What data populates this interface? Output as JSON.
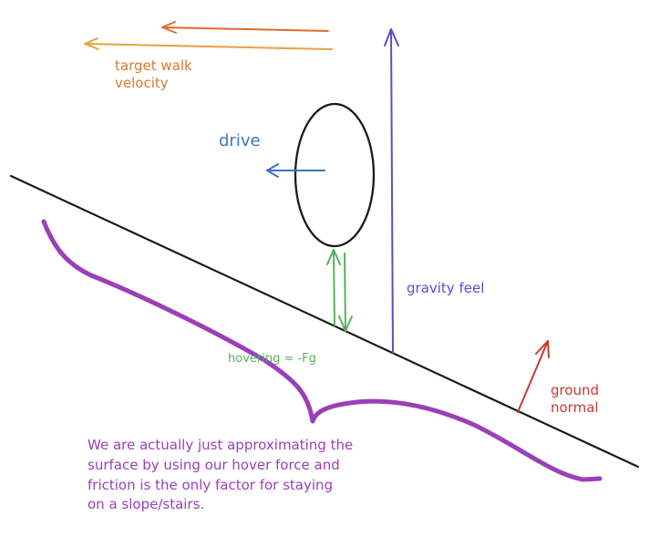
{
  "labels": {
    "target_walk_line1": "target walk",
    "target_walk_line2": "velocity",
    "drive": "drive",
    "gravity_feel": "gravity feel",
    "hovering": "hovering ≈ -Fg",
    "ground_line1": "ground",
    "ground_line2": "normal"
  },
  "note": {
    "line1": "We are actually just approximating the",
    "line2": "surface by using our hover force and",
    "line3": "friction is the only factor for staying",
    "line4": "on a slope/stairs."
  },
  "colors": {
    "ground_line": "#1a1a1a",
    "body": "#1a1a1a",
    "target_velocity": "#e06a2e",
    "target_velocity_2": "#e8a040",
    "drive": "#3b74c4",
    "gravity": "#5f4bc9",
    "hover": "#58b05c",
    "normal": "#c93a32",
    "approx_surface": "#9b3fb8"
  }
}
